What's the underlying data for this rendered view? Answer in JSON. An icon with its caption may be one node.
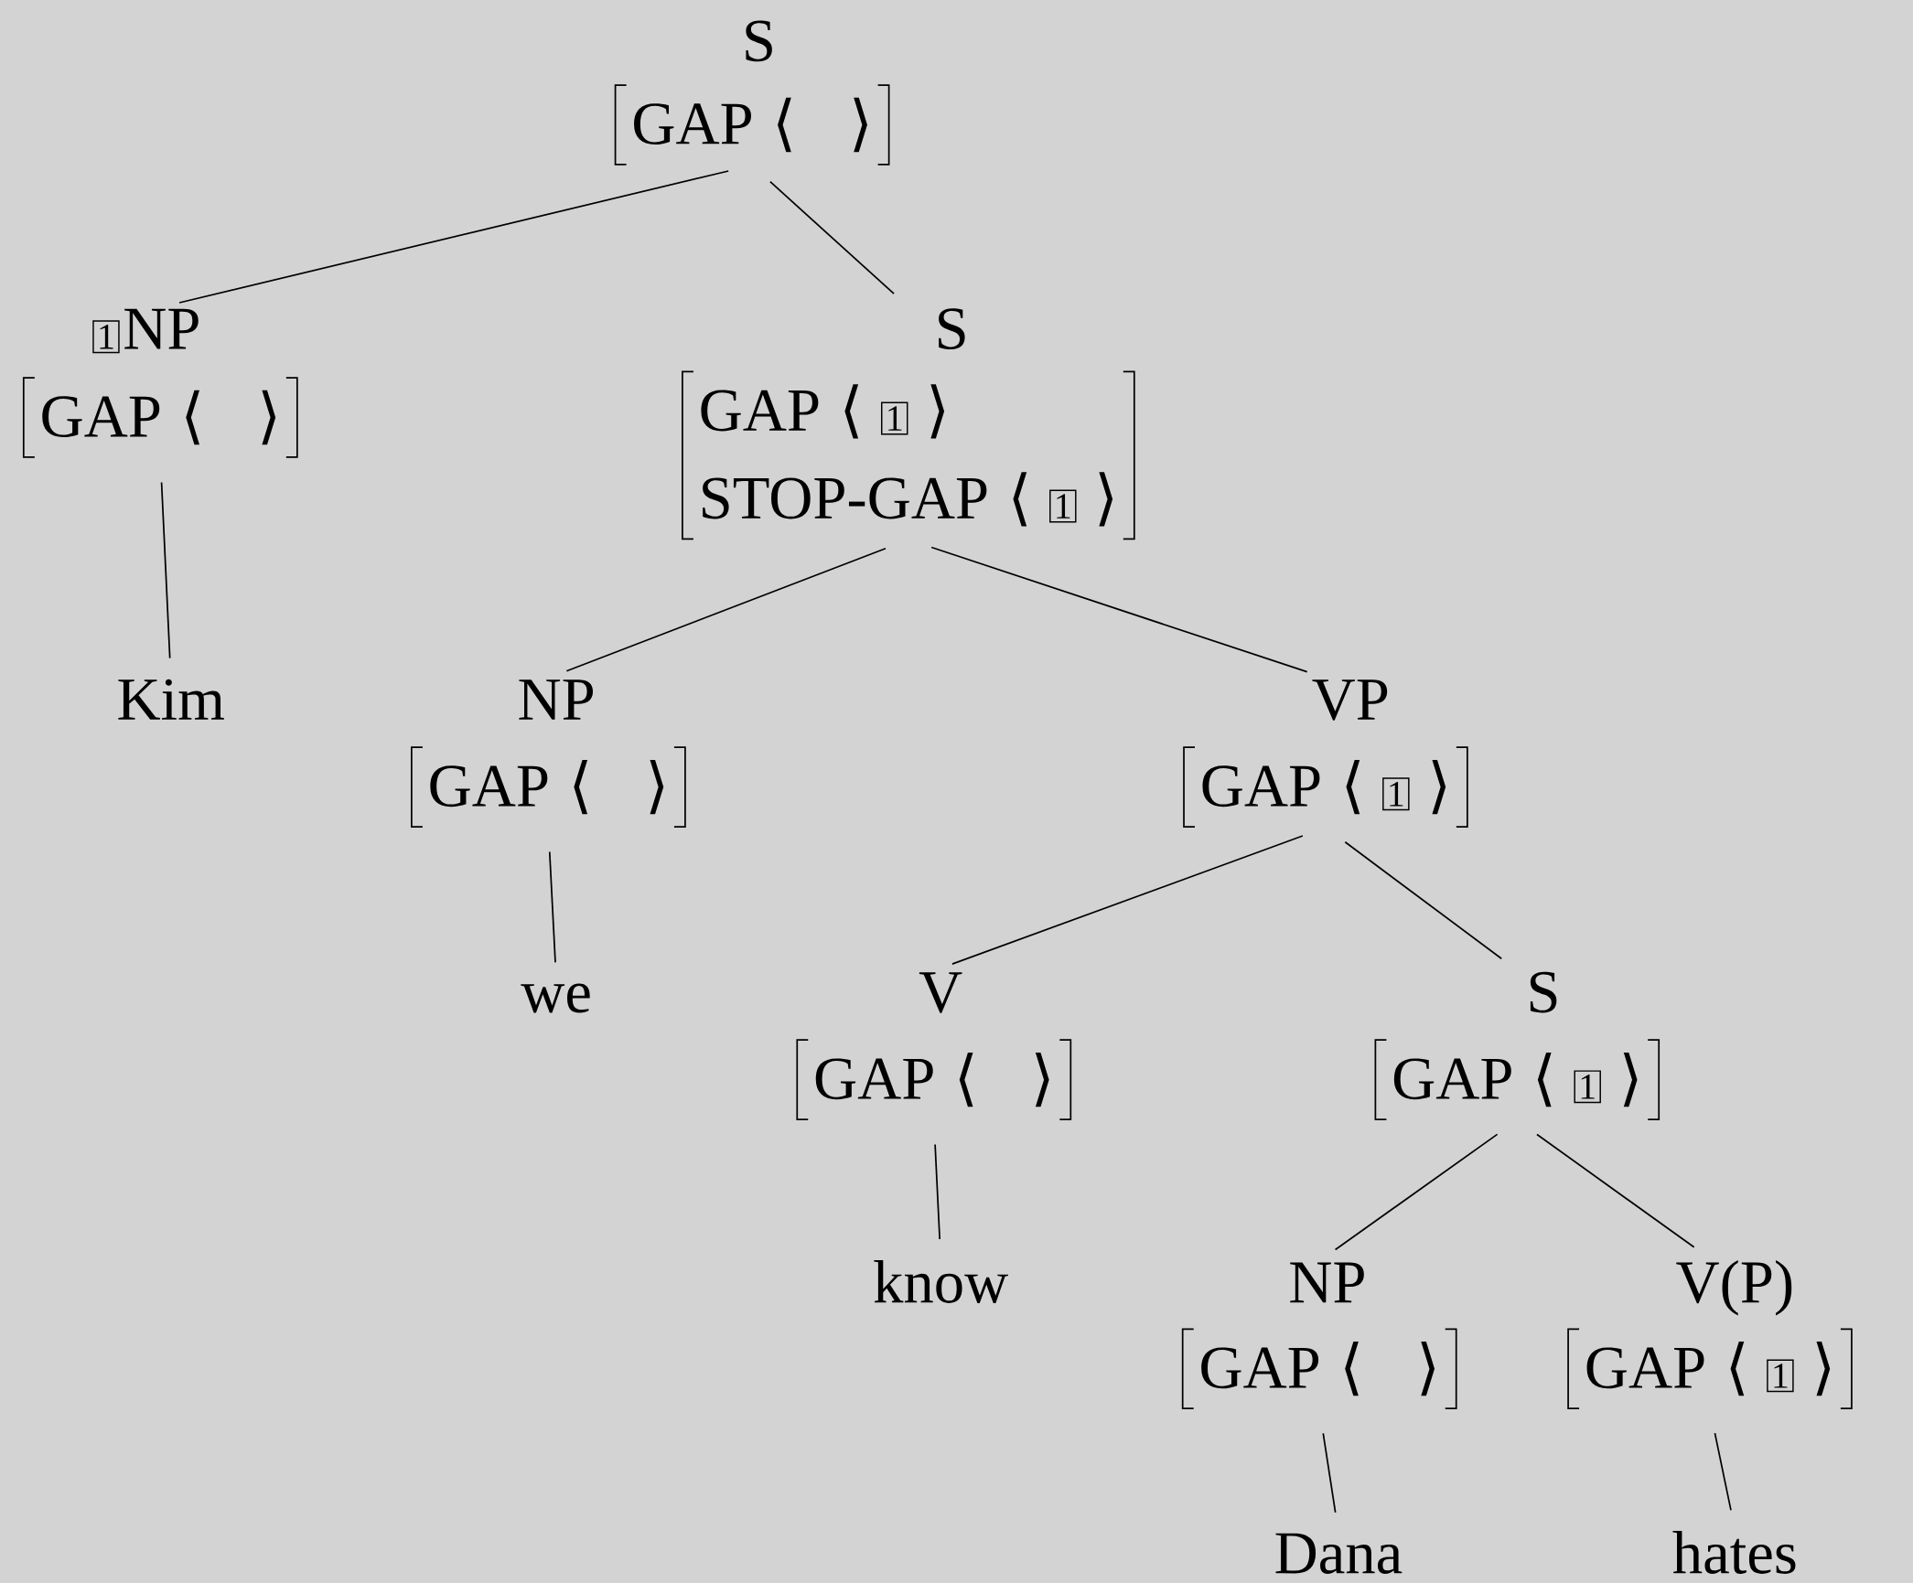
{
  "diagram": {
    "nodes": [
      {
        "text": [
          "S",
          "GAP",
          "⟨",
          "⟩"
        ]
      },
      {
        "text": [
          "NP",
          "GAP",
          "⟨",
          "⟩"
        ]
      },
      {
        "text": [
          "1"
        ],
        "in": 1
      },
      {
        "text": [
          "S",
          "GAP",
          "⟨",
          "⟩",
          "STOP-GAP",
          "⟨",
          "⟩"
        ]
      },
      {
        "text": [
          "1"
        ],
        "in": 3
      },
      {
        "text": [
          "1"
        ],
        "in": 3
      },
      {
        "text": [
          "Kim"
        ]
      },
      {
        "text": [
          "NP",
          "GAP",
          "⟨",
          "⟩"
        ]
      },
      {
        "text": [
          "VP",
          "GAP",
          "⟨",
          "⟩"
        ]
      },
      {
        "text": [
          "1"
        ],
        "in": 8
      },
      {
        "text": [
          "we"
        ]
      },
      {
        "text": [
          "V",
          "GAP",
          "⟨",
          "⟩"
        ]
      },
      {
        "text": [
          "S",
          "GAP",
          "⟨",
          "⟩"
        ]
      },
      {
        "text": [
          "1"
        ],
        "in": 12
      },
      {
        "text": [
          "know"
        ]
      },
      {
        "text": [
          "NP",
          "GAP",
          "⟨",
          "⟩"
        ]
      },
      {
        "text": [
          "V(P)",
          "GAP",
          "⟨",
          "⟩"
        ]
      },
      {
        "text": [
          "1"
        ],
        "in": 16
      },
      {
        "text": [
          "Dana"
        ]
      },
      {
        "text": [
          "hates"
        ]
      }
    ],
    "edges": [
      {
        "from": 0,
        "to": 1,
        "arrow": "none"
      },
      {
        "from": 0,
        "to": 3,
        "arrow": "none"
      },
      {
        "from": 1,
        "to": 6,
        "arrow": "none"
      },
      {
        "from": 3,
        "to": 7,
        "arrow": "none"
      },
      {
        "from": 3,
        "to": 8,
        "arrow": "none"
      },
      {
        "from": 7,
        "to": 10,
        "arrow": "none"
      },
      {
        "from": 8,
        "to": 11,
        "arrow": "none"
      },
      {
        "from": 8,
        "to": 12,
        "arrow": "none"
      },
      {
        "from": 11,
        "to": 14,
        "arrow": "none"
      },
      {
        "from": 12,
        "to": 15,
        "arrow": "none"
      },
      {
        "from": 12,
        "to": 16,
        "arrow": "none"
      },
      {
        "from": 15,
        "to": 18,
        "arrow": "none"
      },
      {
        "from": 16,
        "to": 19,
        "arrow": "none"
      }
    ]
  }
}
